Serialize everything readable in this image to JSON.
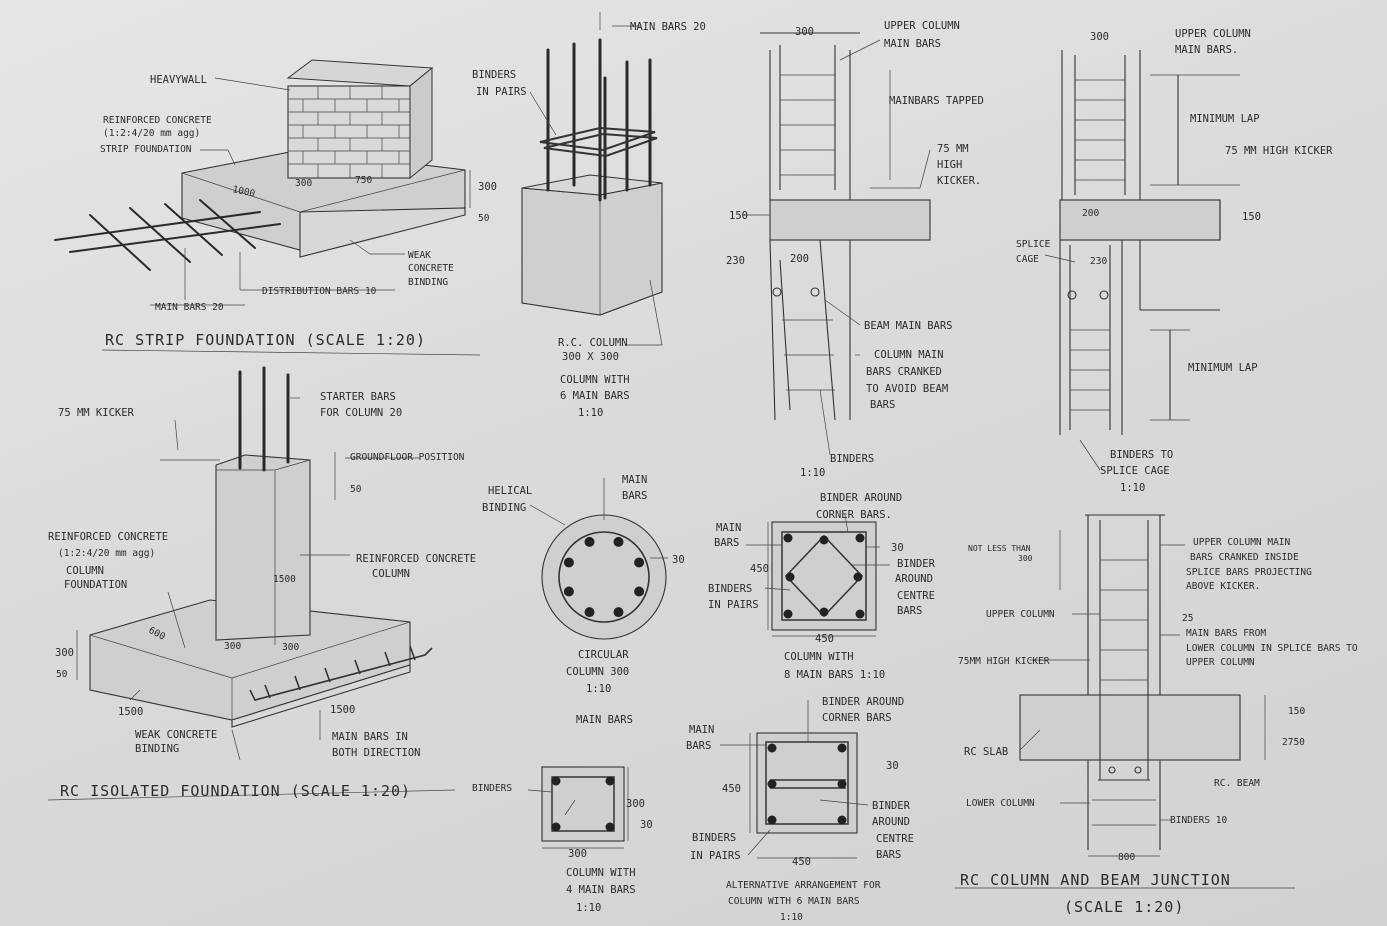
{
  "strip_foundation": {
    "heavy_wall": "HEAVYWALL",
    "rc_line1": "REINFORCED CONCRETE",
    "rc_line2": "(1:2:4/20 mm agg)",
    "rc_line3": "STRIP FOUNDATION",
    "dim_1000": "1000",
    "dim_300": "300",
    "dim_750": "750",
    "dim_300_height": "300",
    "dim_50": "50",
    "weak_line1": "WEAK",
    "weak_line2": "CONCRETE",
    "weak_line3": "BINDING",
    "distribution": "DISTRIBUTION BARS 10",
    "main_bars": "MAIN BARS 20",
    "title": "RC STRIP FOUNDATION (SCALE 1:20)"
  },
  "column_iso": {
    "main_bars": "MAIN BARS 20",
    "binders_line1": "BINDERS",
    "binders_line2": "IN PAIRS",
    "rc_col_line1": "R.C. COLUMN",
    "rc_col_line2": "300 X 300",
    "cap_line1": "COLUMN WITH",
    "cap_line2": "6 MAIN BARS",
    "cap_line3": "1:10"
  },
  "splice_cranked": {
    "dim_300": "300",
    "upper_line1": "UPPER COLUMN",
    "upper_line2": "MAIN BARS",
    "mainbars_tapped": "MAINBARS TAPPED",
    "kicker_line1": "75 MM",
    "kicker_line2": "HIGH",
    "kicker_line3": "KICKER.",
    "dim_150": "150",
    "dim_230": "230",
    "dim_200": "200",
    "beam_main_bars": "BEAM MAIN BARS",
    "cranked_line1": "COLUMN MAIN",
    "cranked_line2": "BARS CRANKED",
    "cranked_line3": "TO AVOID BEAM",
    "cranked_line4": "BARS",
    "binders": "BINDERS",
    "scale": "1:10"
  },
  "splice_cage": {
    "dim_300": "300",
    "upper_line1": "UPPER COLUMN",
    "upper_line2": "MAIN BARS.",
    "minimum_lap": "MINIMUM LAP",
    "kicker": "75 MM HIGH KICKER",
    "dim_150": "150",
    "dim_200": "200",
    "splice_line1": "SPLICE",
    "splice_line2": "CAGE",
    "dim_230": "230",
    "minimum_lap_2": "MINIMUM LAP",
    "binders_line1": "BINDERS TO",
    "binders_line2": "SPLICE CAGE",
    "scale": "1:10"
  },
  "isolated_foundation": {
    "kicker": "75 MM KICKER",
    "starter_line1": "STARTER BARS",
    "starter_line2": "FOR COLUMN 20",
    "ground_floor": "GROUNDFLOOR POSITION",
    "dim_50": "50",
    "rc_line1": "REINFORCED CONCRETE",
    "rc_line2": "(1:2:4/20 mm agg)",
    "rc_line3": "COLUMN",
    "rc_line4": "FOUNDATION",
    "rc_column_line1": "REINFORCED CONCRETE",
    "rc_column_line2": "COLUMN",
    "dim_1500_col": "1500",
    "dim_600": "600",
    "dim_300a": "300",
    "dim_300b": "300",
    "dim_300_h": "300",
    "dim_50_h": "50",
    "dim_1500a": "1500",
    "dim_1500b": "1500",
    "weak_line1": "WEAK CONCRETE",
    "weak_line2": "BINDING",
    "main_line1": "MAIN BARS IN",
    "main_line2": "BOTH DIRECTION",
    "title": "RC ISOLATED FOUNDATION (SCALE 1:20)"
  },
  "circular_column": {
    "helical_line1": "HELICAL",
    "helical_line2": "BINDING",
    "main_line1": "MAIN",
    "main_line2": "BARS",
    "dim_30": "30",
    "cap_line1": "CIRCULAR",
    "cap_line2": "COLUMN 300",
    "cap_line3": "1:10"
  },
  "col_4bars": {
    "main_bars": "MAIN BARS",
    "binders": "BINDERS",
    "dim_300_side": "300",
    "dim_30": "30",
    "dim_300_bottom": "300",
    "cap_line1": "COLUMN WITH",
    "cap_line2": "4 MAIN BARS",
    "cap_line3": "1:10"
  },
  "col_8bars": {
    "binder_line1": "BINDER AROUND",
    "binder_line2": "CORNER BARS.",
    "main_line1": "MAIN",
    "main_line2": "BARS",
    "dim_30": "30",
    "dim_450_side": "450",
    "binders_line1": "BINDERS",
    "binders_line2": "IN PAIRS",
    "centre_line1": "BINDER",
    "centre_line2": "AROUND",
    "centre_line3": "CENTRE",
    "centre_line4": "BARS",
    "dim_450_bottom": "450",
    "cap_line1": "COLUMN WITH",
    "cap_line2": "8 MAIN BARS 1:10"
  },
  "col_6bars_alt": {
    "binder_line1": "BINDER AROUND",
    "binder_line2": "CORNER BARS",
    "main_line1": "MAIN",
    "main_line2": "BARS",
    "dim_30": "30",
    "dim_450_side": "450",
    "centre_line1": "BINDER",
    "centre_line2": "AROUND",
    "centre_line3": "CENTRE",
    "centre_line4": "BARS",
    "binders_line1": "BINDERS",
    "binders_line2": "IN PAIRS",
    "dim_450_bottom": "450",
    "cap_line1": "ALTERNATIVE ARRANGEMENT FOR",
    "cap_line2": "COLUMN WITH 6 MAIN BARS",
    "cap_line3": "1:10"
  },
  "junction": {
    "not_less_line1": "NOT LESS THAN",
    "not_less_line2": "300",
    "upper_line1": "UPPER COLUMN MAIN",
    "upper_line2": "BARS CRANKED INSIDE",
    "upper_line3": "SPLICE BARS PROJECTING",
    "upper_line4": "ABOVE KICKER.",
    "upper_column": "UPPER COLUMN",
    "dim_25": "25",
    "main_line1": "MAIN BARS FROM",
    "main_line2": "LOWER COLUMN IN SPLICE BARS TO",
    "main_line3": "UPPER COLUMN",
    "kicker": "75MM HIGH KICKER",
    "dim_150": "150",
    "dim_2750": "2750",
    "rc_slab": "RC SLAB",
    "rc_beam": "RC. BEAM",
    "lower_column": "LOWER COLUMN",
    "binders": "BINDERS 10",
    "dim_800": "800",
    "title": "RC COLUMN AND BEAM JUNCTION",
    "scale": "(SCALE 1:20)"
  }
}
